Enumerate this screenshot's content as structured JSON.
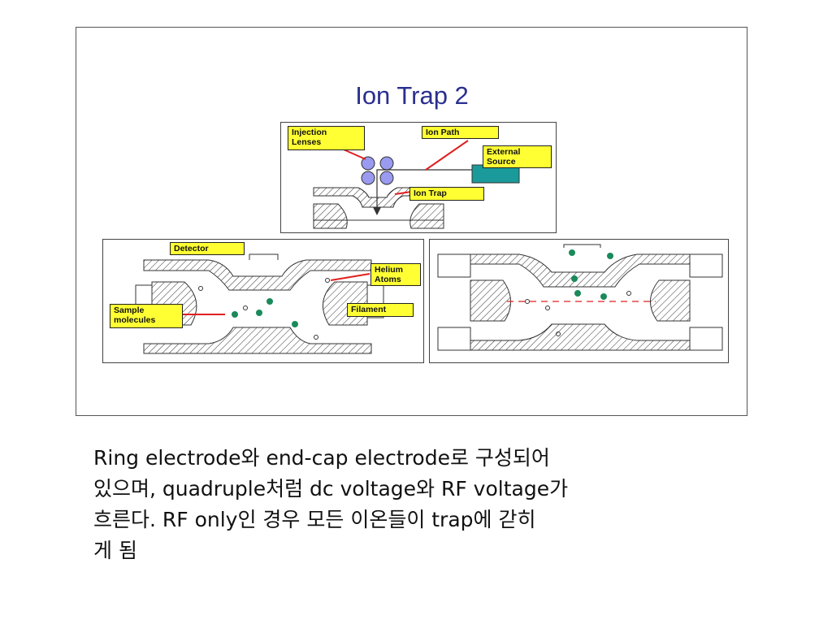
{
  "slide": {
    "title": "Ion Trap 2",
    "caption_lines": [
      "Ring electrode와 end-cap electrode로 구성되어",
      "있으며, quadruple처럼 dc voltage와 RF voltage가",
      "흐른다. RF only인 경우 모든 이온들이 trap에 갇히",
      "게 됨"
    ]
  },
  "diagram": {
    "top_panel": {
      "labels": {
        "injection_lenses": "Injection\nLenses",
        "ion_path": "Ion Path",
        "external_source": "External\nSource",
        "ion_trap": "Ion Trap"
      }
    },
    "left_panel": {
      "labels": {
        "detector": "Detector",
        "helium_atoms": "Helium\nAtoms",
        "filament": "Filament",
        "sample_molecules": "Sample\nmolecules"
      }
    }
  },
  "colors": {
    "title": "#2a2f8f",
    "callout_fill": "#ffff33",
    "lens_fill": "#9a9af0",
    "source_fill": "#1a9a9a",
    "pointer_line": "#e02020",
    "molecule": "#1a8a5a"
  }
}
